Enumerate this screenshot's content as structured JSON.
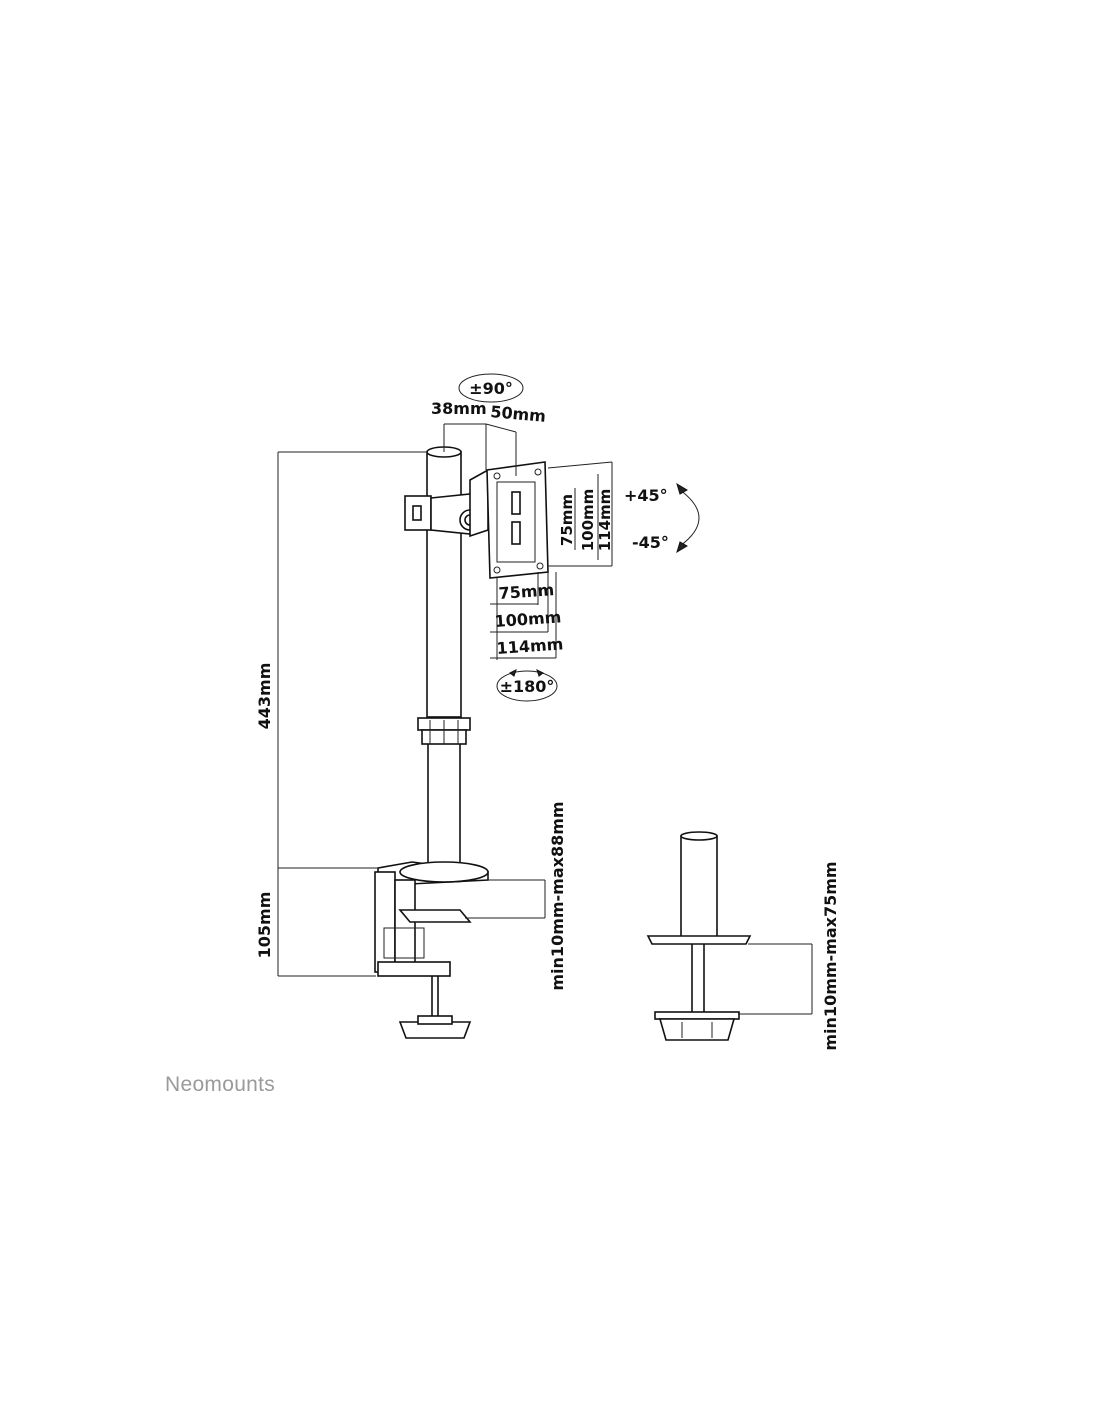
{
  "dimensions": {
    "swivel": "±90°",
    "arm_offset_a": "38mm",
    "arm_offset_b": "50mm",
    "tilt_up": "+45°",
    "tilt_down": "-45°",
    "vesa_v_75": "75mm",
    "vesa_v_100": "100mm",
    "vesa_v_114": "114mm",
    "vesa_h_75": "75mm",
    "vesa_h_100": "100mm",
    "vesa_h_114": "114mm",
    "rotation": "±180°",
    "pole_height": "443mm",
    "clamp_height": "105mm",
    "clamp_range": "min10mm-max88mm",
    "grommet_range": "min10mm-max75mm"
  },
  "brand": "Neomounts"
}
